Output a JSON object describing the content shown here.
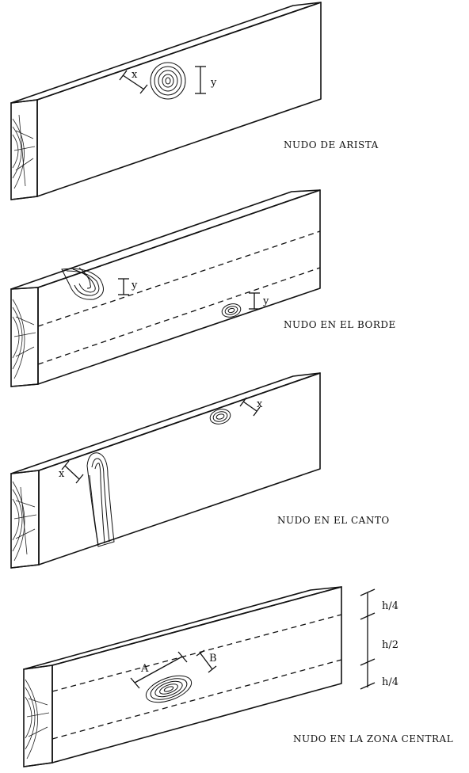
{
  "figures": [
    {
      "id": "arista",
      "caption": "NUDO DE ARISTA",
      "dimension_labels": [
        "x",
        "y"
      ]
    },
    {
      "id": "borde",
      "caption": "NUDO EN EL BORDE",
      "dimension_labels": [
        "y",
        "y"
      ]
    },
    {
      "id": "canto",
      "caption": "NUDO EN EL CANTO",
      "dimension_labels": [
        "x",
        "x"
      ]
    },
    {
      "id": "central",
      "caption": "NUDO EN LA ZONA CENTRAL",
      "dimension_labels": [
        "A",
        "B"
      ],
      "zone_labels": [
        "h/4",
        "h/2",
        "h/4"
      ]
    }
  ]
}
